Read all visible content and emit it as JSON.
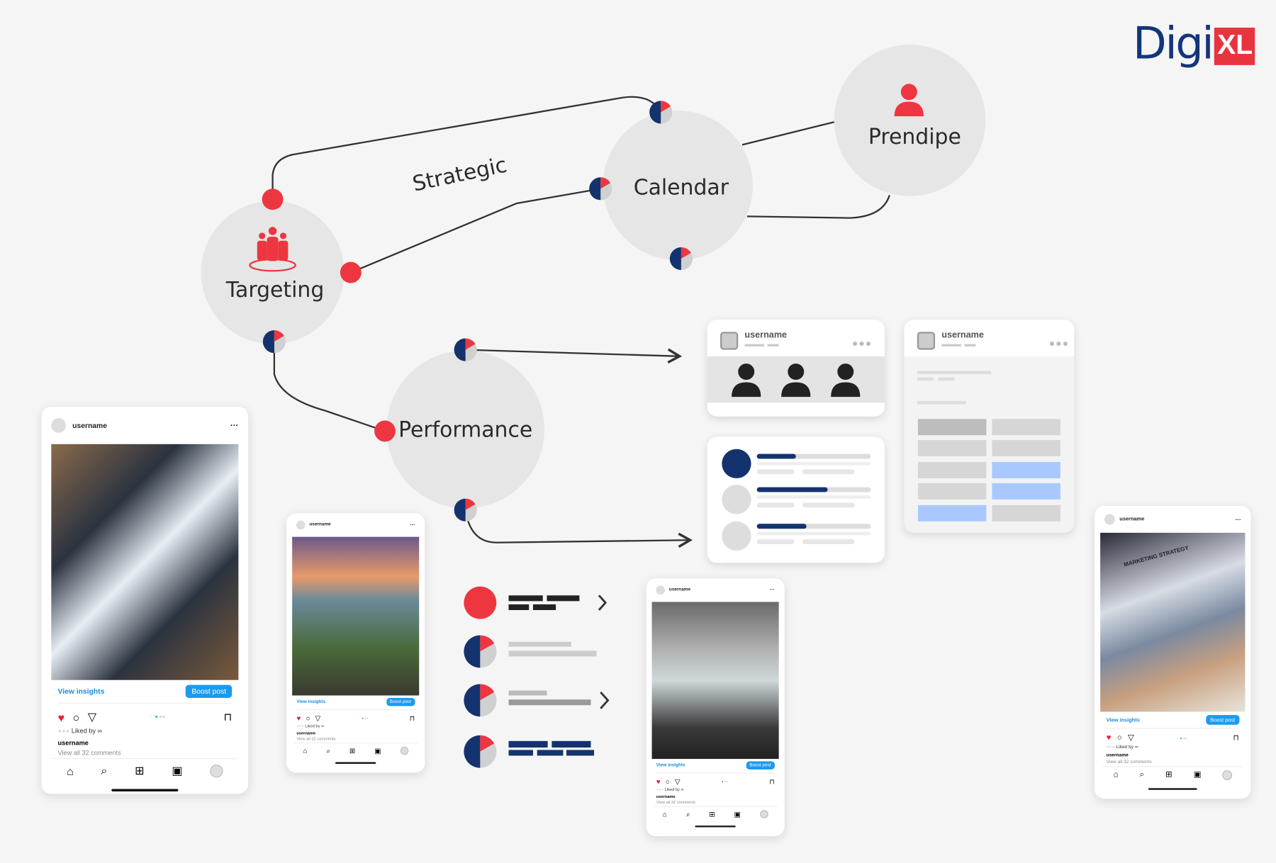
{
  "logo": {
    "text_main": "Digi",
    "text_box": "XL",
    "colors": {
      "navy": "#13357a",
      "red": "#e8343f"
    }
  },
  "nodes": {
    "targeting": "Targeting",
    "calendar": "Calendar",
    "prendipe": "Prendipe",
    "performance": "Performance"
  },
  "connector_label": "Strategic",
  "cards": {
    "username": "username"
  },
  "phones": [
    {
      "username": "username",
      "view_insights": "View insights",
      "boost": "Boost post",
      "liked_by": "Liked by",
      "caption_user": "username",
      "comments": "View all 32 comments"
    },
    {
      "username": "username",
      "view_insights": "View insights",
      "boost": "Boost post",
      "liked_by": "Liked by",
      "caption_user": "username",
      "comments": "View all 32 comments"
    },
    {
      "username": "username",
      "view_insights": "View insights",
      "boost": "Boost post",
      "liked_by": "Liked by",
      "caption_user": "username",
      "comments": "View all 32 comments"
    },
    {
      "username": "username",
      "view_insights": "View insights",
      "boost": "Boost post",
      "liked_by": "Liked by",
      "caption_user": "username",
      "comments": "View all 32 comments",
      "photo_text": "MARKETING STRATEGY"
    }
  ],
  "colors": {
    "red": "#ee3640",
    "navy": "#14336e",
    "gray": "#d0d0d0",
    "blue_light": "#a9c8ff",
    "instagram_blue": "#1a9bf0"
  }
}
